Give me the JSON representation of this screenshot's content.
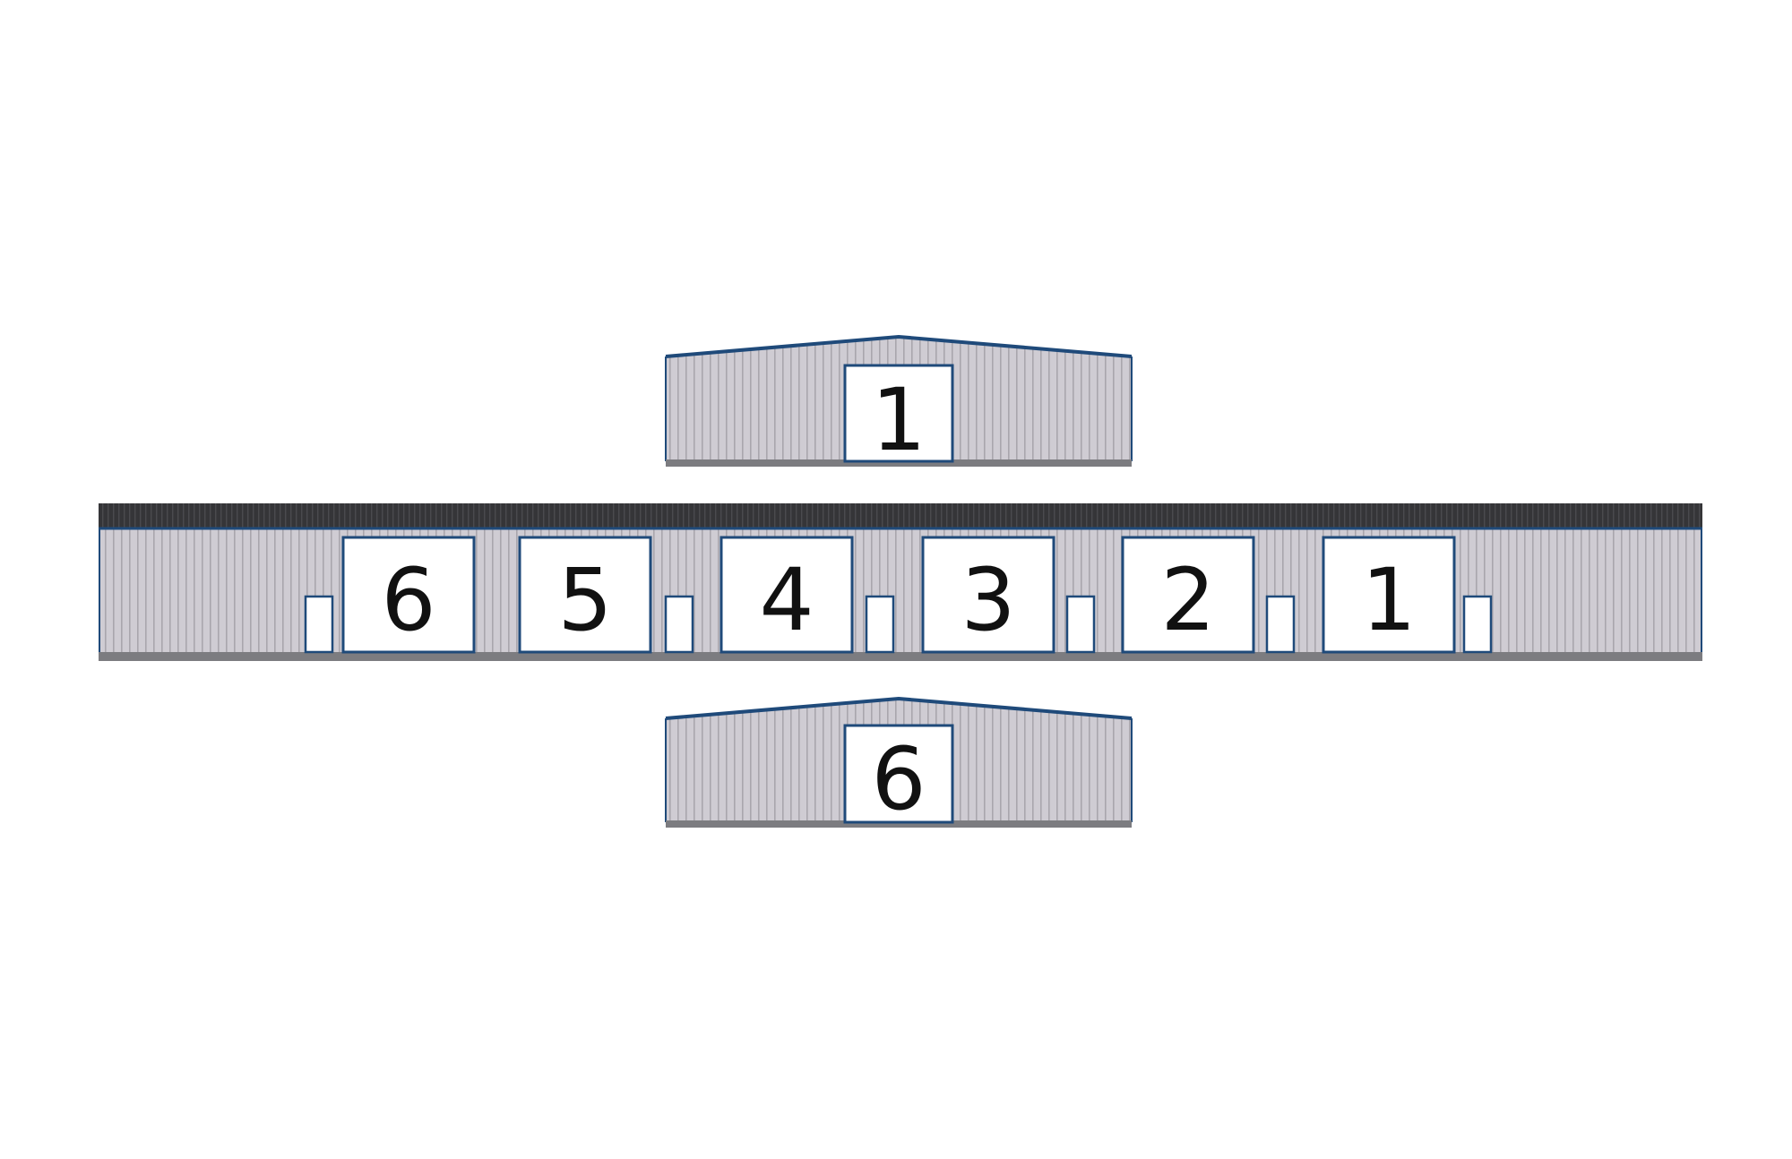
{
  "colors": {
    "wall": "#cfccd3",
    "rib": "#a9a6ad",
    "trim": "#1f4a7a",
    "roof": "#353538",
    "base": "#7c7c80",
    "door": "#ffffff",
    "label": "#111111"
  },
  "end_elevation_top": {
    "door_label": "1"
  },
  "side_elevation": {
    "bay_doors": [
      {
        "label": "6"
      },
      {
        "label": "5"
      },
      {
        "label": "4"
      },
      {
        "label": "3"
      },
      {
        "label": "2"
      },
      {
        "label": "1"
      }
    ],
    "walk_door_count": 6
  },
  "end_elevation_bottom": {
    "door_label": "6"
  }
}
